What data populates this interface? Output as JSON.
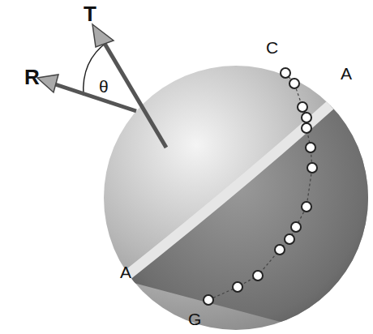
{
  "diagram": {
    "labels": [
      "T",
      "C",
      "A",
      "R",
      "θ",
      "A",
      "G"
    ]
  }
}
